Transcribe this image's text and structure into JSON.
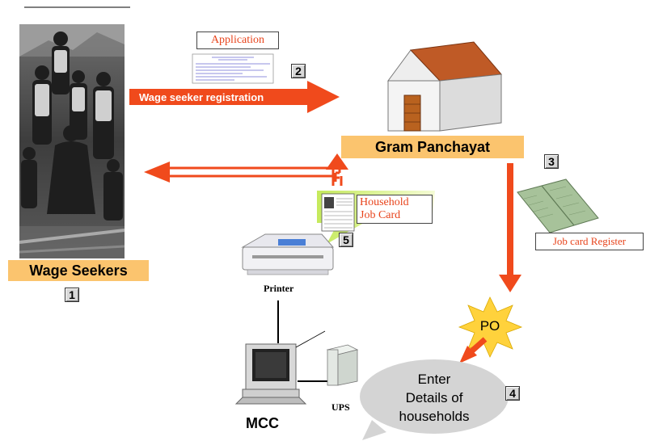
{
  "wage_seekers": {
    "label": "Wage Seekers",
    "step": "1"
  },
  "application": {
    "label": "Application",
    "step": "2"
  },
  "registration_arrow": {
    "label": "Wage seeker registration"
  },
  "gram_panchayat": {
    "label": "Gram Panchayat",
    "step": "3"
  },
  "job_card_register": {
    "label": "Job card Register"
  },
  "household_job_card": {
    "line1": "Household",
    "line2": "Job Card",
    "step": "5"
  },
  "printer": {
    "label": "Printer"
  },
  "po": {
    "label": "PO"
  },
  "enter_details": {
    "line1": "Enter",
    "line2": "Details of",
    "line3": "households",
    "step": "4"
  },
  "ups": {
    "label": "UPS"
  },
  "mcc": {
    "label": "MCC"
  },
  "colors": {
    "arrow": "#f04a1c",
    "label_bg": "#fbc46e",
    "star": "#ffd23c",
    "bubble": "#d4d4d4",
    "job_card_bg": "#d6f07a"
  }
}
